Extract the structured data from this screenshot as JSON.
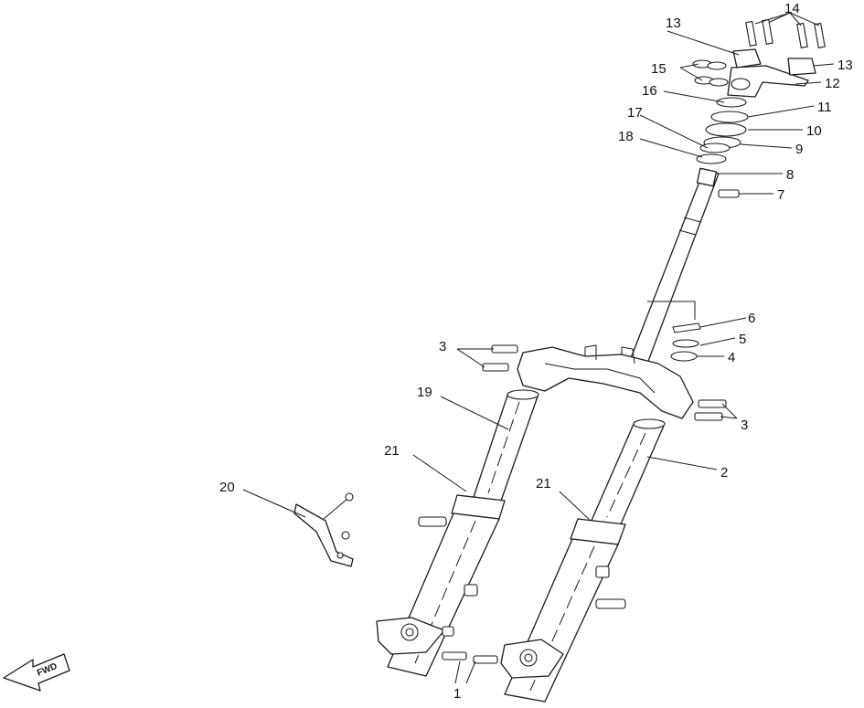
{
  "callouts": {
    "c1": "1",
    "c2": "2",
    "c3a": "3",
    "c3b": "3",
    "c4": "4",
    "c5": "5",
    "c6": "6",
    "c7": "7",
    "c8": "8",
    "c9": "9",
    "c10": "10",
    "c11": "11",
    "c12": "12",
    "c13a": "13",
    "c13b": "13",
    "c14": "14",
    "c15": "15",
    "c16": "16",
    "c17": "17",
    "c18": "18",
    "c19": "19",
    "c20": "20",
    "c21a": "21",
    "c21b": "21"
  },
  "direction_arrow": {
    "label": "FWD",
    "icon": "forward-direction-arrow-icon"
  }
}
